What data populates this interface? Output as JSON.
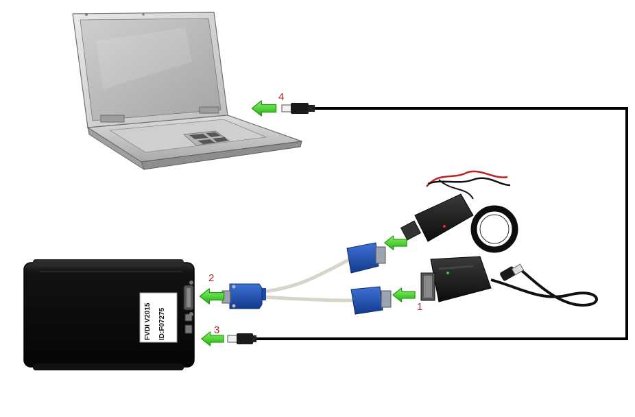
{
  "device": {
    "model_label": "FVDI  V2015",
    "id_label": "ID:F07275"
  },
  "steps": [
    {
      "number": "1"
    },
    {
      "number": "2"
    },
    {
      "number": "3"
    },
    {
      "number": "4"
    }
  ],
  "colors": {
    "arrow": "#3fd81e",
    "arrow_dark": "#1f9a0f",
    "cable": "#000000",
    "vga_blue": "#1c4ba6",
    "step_number": "#b0282a",
    "device_body": "#161616"
  },
  "icons": [
    "laptop-icon",
    "fvdi-device-icon",
    "vga-y-cable-icon",
    "key-programmer-coil-icon",
    "obd-adapter-icon",
    "usb-cable-icon",
    "green-arrow-icon"
  ]
}
